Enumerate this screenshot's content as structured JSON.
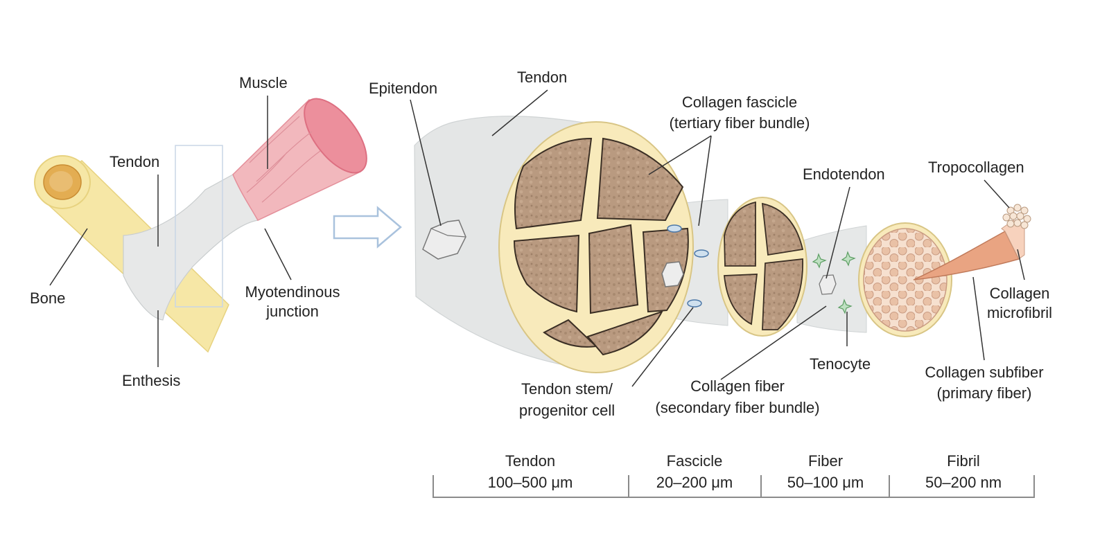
{
  "left_panel": {
    "labels": {
      "muscle": "Muscle",
      "tendon": "Tendon",
      "bone": "Bone",
      "myotendinous_junction": [
        "Myotendinous",
        "junction"
      ],
      "enthesis": "Enthesis"
    }
  },
  "right_panel": {
    "labels": {
      "epitendon": "Epitendon",
      "tendon": "Tendon",
      "collagen_fascicle": [
        "Collagen fascicle",
        "(tertiary fiber bundle)"
      ],
      "endotendon": "Endotendon",
      "tropocollagen": "Tropocollagen",
      "collagen_microfibril": [
        "Collagen",
        "microfibril"
      ],
      "tendon_stem_cell": [
        "Tendon stem/",
        "progenitor cell"
      ],
      "collagen_fiber": [
        "Collagen fiber",
        "(secondary fiber bundle)"
      ],
      "tenocyte": "Tenocyte",
      "collagen_subfiber": [
        "Collagen subfiber",
        "(primary fiber)"
      ]
    }
  },
  "scale_bar": [
    {
      "name": "Tendon",
      "size": "100–500 μm"
    },
    {
      "name": "Fascicle",
      "size": "20–200 μm"
    },
    {
      "name": "Fiber",
      "size": "50–100 μm"
    },
    {
      "name": "Fibril",
      "size": "50–200 nm"
    }
  ],
  "colors": {
    "bone": "#f6e7a6",
    "marrow": "#e8b85a",
    "muscle": "#f2b8bd",
    "tendon_sheath": "#e4e6e6",
    "epitendon_ring": "#f8eabb",
    "fascicle": "#b99a80",
    "subfiber": "#e9a482",
    "arrow": "#a9c2dd"
  }
}
